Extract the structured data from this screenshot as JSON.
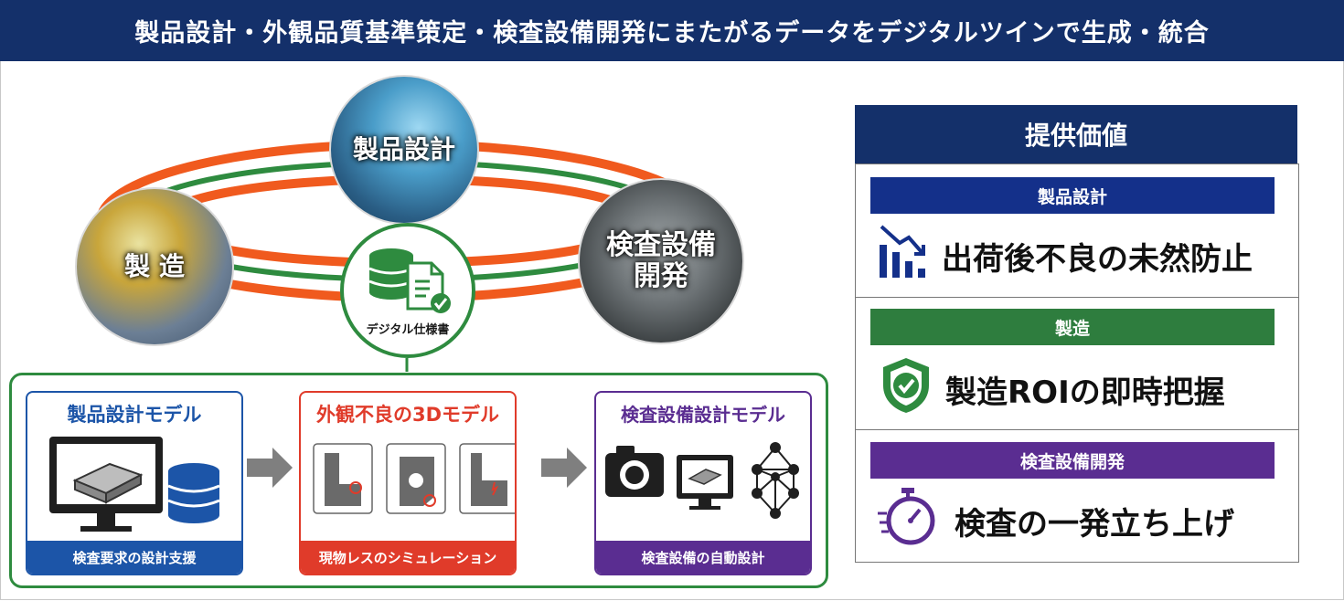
{
  "title": "製品設計・外観品質基準策定・検査設備開発にまたがるデータをデジタルツインで生成・統合",
  "cycle": {
    "product_design": "製品設計",
    "manufacturing": "製 造",
    "inspection_line1": "検査設備",
    "inspection_line2": "開発",
    "hub_label": "デジタル仕様書"
  },
  "models": [
    {
      "title": "製品設計モデル",
      "footer": "検査要求の設計支援",
      "color": "#1c55a8"
    },
    {
      "title": "外観不良の3Dモデル",
      "footer": "現物レスのシミュレーション",
      "color": "#e03b2a"
    },
    {
      "title": "検査設備設計モデル",
      "footer": "検査設備の自動設計",
      "color": "#5a2d91"
    }
  ],
  "value": {
    "header": "提供価値",
    "items": [
      {
        "category": "製品設計",
        "text": "出荷後不良の未然防止",
        "color": "#14308a",
        "icon": "declining-chart-icon"
      },
      {
        "category": "製造",
        "text": "製造ROIの即時把握",
        "color": "#2e7d3e",
        "icon": "shield-check-icon"
      },
      {
        "category": "検査設備開発",
        "text": "検査の一発立ち上げ",
        "color": "#5a2d91",
        "icon": "stopwatch-icon"
      }
    ]
  },
  "colors": {
    "navy": "#14306a",
    "orange": "#f05a1e",
    "green": "#2e8b3f"
  }
}
